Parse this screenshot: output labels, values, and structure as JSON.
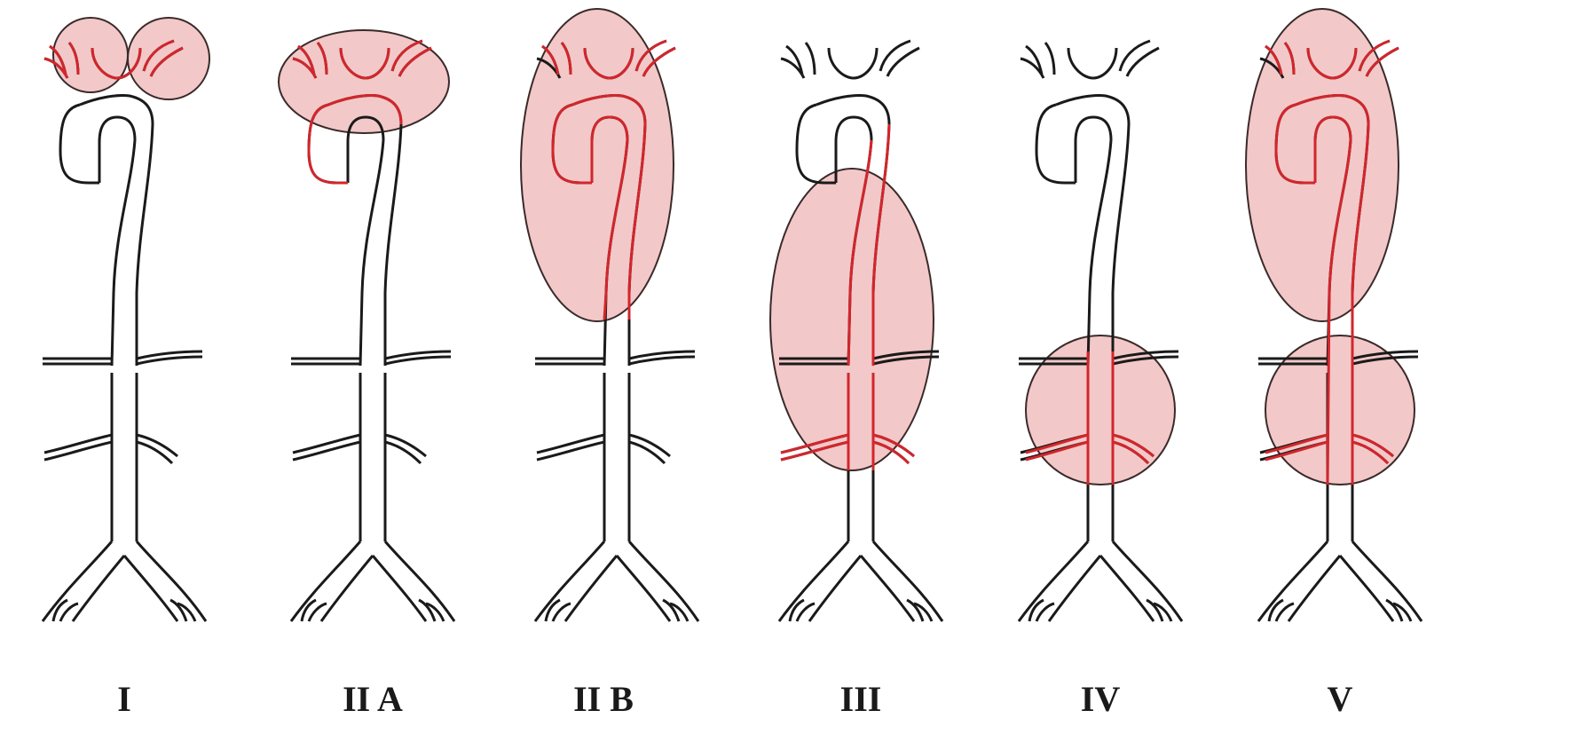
{
  "figure": {
    "panels": [
      {
        "id": "I",
        "label": "I",
        "region": "supra-aortic vessel origins"
      },
      {
        "id": "IIA",
        "label": "II A",
        "region": "aortic arch and supra-aortic vessels"
      },
      {
        "id": "IIB",
        "label": "II B",
        "region": "ascending aorta, arch and descending thoracic aorta"
      },
      {
        "id": "III",
        "label": "III",
        "region": "descending thoracic and abdominal aorta"
      },
      {
        "id": "IV",
        "label": "IV",
        "region": "abdominal aorta and renal/visceral branches"
      },
      {
        "id": "V",
        "label": "V",
        "region": "thoracic and abdominal aorta"
      }
    ],
    "colors": {
      "vessel_outline": "#1a1a1a",
      "affected_vessel": "#d2262c",
      "lesion_fill": "#f3c8c8",
      "lesion_outline": "#3a2a2a",
      "background": "#ffffff"
    }
  }
}
